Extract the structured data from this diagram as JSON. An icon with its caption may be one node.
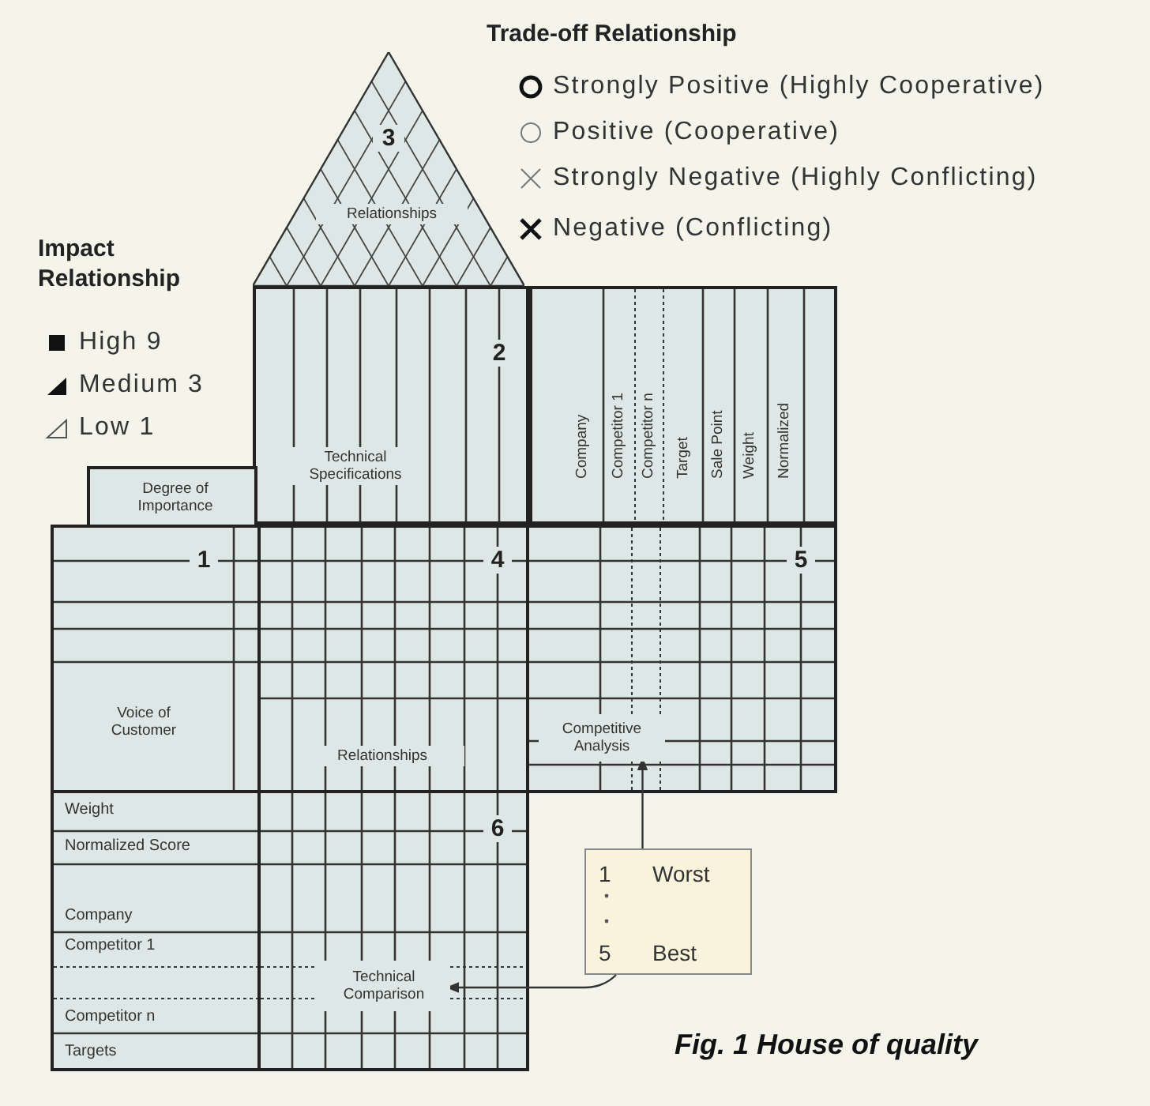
{
  "diagram": {
    "caption": "Fig. 1 House of quality",
    "nodes": [
      {
        "text": [
          "3",
          "Relationships"
        ]
      },
      {
        "text": [
          "2",
          "Technical Specifications"
        ]
      },
      {
        "text": [
          "Company",
          "Competitor 1",
          "Competitor n",
          "Target",
          "Sale Point",
          "Weight",
          "Normalized"
        ]
      },
      {
        "text": [
          "Degree of Importance"
        ]
      },
      {
        "text": [
          "1",
          "Voice of Customer"
        ]
      },
      {
        "text": [
          "4",
          "Relationships"
        ]
      },
      {
        "text": [
          "5"
        ]
      },
      {
        "text": [
          "Competitive Analysis"
        ],
        "in": 6
      },
      {
        "text": [
          "Weight",
          "Normalized Score",
          "Company",
          "Competitor 1",
          "Competitor n",
          "Targets"
        ]
      },
      {
        "text": [
          "6"
        ]
      },
      {
        "text": [
          "Technical Comparison"
        ],
        "in": 9
      },
      {
        "text": [
          "1",
          "Worst",
          "5",
          "Best"
        ]
      }
    ],
    "edges": [
      {
        "from": 11,
        "to": 7,
        "arrow": "to"
      },
      {
        "from": 11,
        "to": 10,
        "arrow": "to"
      }
    ],
    "labels": [
      "Trade-off Relationship",
      "Impact Relationship"
    ],
    "legend": [
      {
        "text": "Strongly Positive (Highly Cooperative)"
      },
      {
        "text": "Positive (Cooperative)"
      },
      {
        "text": "Strongly Negative (Highly Conflicting)"
      },
      {
        "text": "Negative (Conflicting)"
      },
      {
        "text": "High 9"
      },
      {
        "text": "Medium 3"
      },
      {
        "text": "Low 1"
      }
    ]
  }
}
